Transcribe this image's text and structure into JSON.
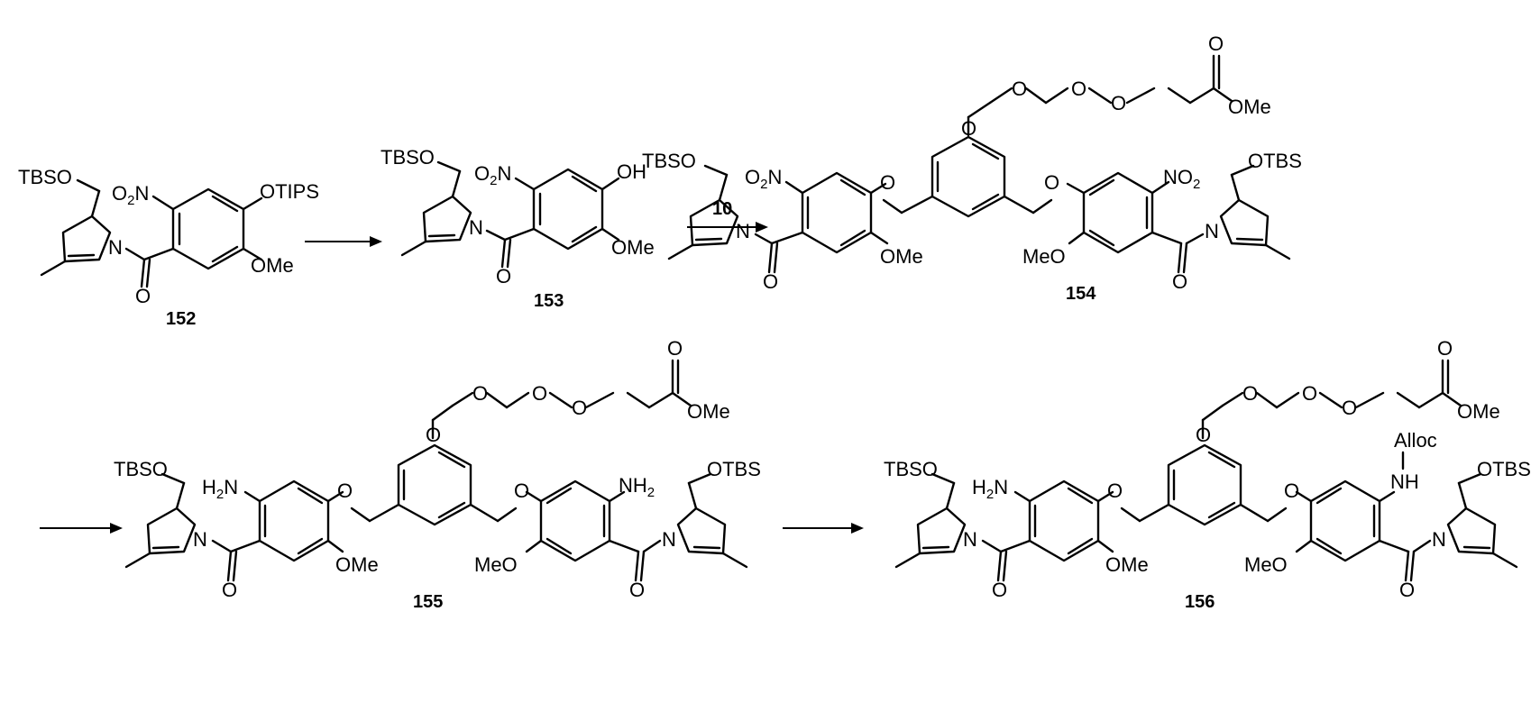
{
  "scheme": {
    "reagent_10": "10",
    "c152": {
      "number": "152",
      "tbso": "TBSO",
      "o2n": "O",
      "o2n_sub": "2",
      "o2n_n": "N",
      "otips": "OTIPS",
      "ome": "OMe",
      "n": "N",
      "o": "O"
    },
    "c153": {
      "number": "153",
      "tbso": "TBSO",
      "o2n": "O",
      "o2n_sub": "2",
      "o2n_n": "N",
      "oh": "OH",
      "ome": "OMe",
      "n": "N",
      "o": "O"
    },
    "c154": {
      "number": "154",
      "tbso": "TBSO",
      "o2n": "O",
      "o2n_sub": "2",
      "o2n_n": "N",
      "ome": "OMe",
      "meo": "MeO",
      "no2": "NO",
      "no2_sub": "2",
      "otbs": "OTBS",
      "n_left": "N",
      "n_right": "N",
      "o_left": "O",
      "o_right": "O",
      "o_link_left": "O",
      "o_link_right": "O",
      "o_center": "O",
      "o_peg1": "O",
      "o_peg2": "O",
      "o_peg3": "O",
      "o_carbonyl": "O",
      "ester_ome": "OMe"
    },
    "c155": {
      "number": "155",
      "tbso": "TBSO",
      "h2n": "H",
      "h2n_sub": "2",
      "h2n_n": "N",
      "nh2": "NH",
      "nh2_sub": "2",
      "ome": "OMe",
      "meo": "MeO",
      "otbs": "OTBS",
      "n_left": "N",
      "n_right": "N",
      "o_left": "O",
      "o_right": "O",
      "o_link_left": "O",
      "o_link_right": "O",
      "o_center": "O",
      "o_peg1": "O",
      "o_peg2": "O",
      "o_peg3": "O",
      "o_carbonyl": "O",
      "ester_ome": "OMe"
    },
    "c156": {
      "number": "156",
      "tbso": "TBSO",
      "h2n": "H",
      "h2n_sub": "2",
      "h2n_n": "N",
      "alloc": "Alloc",
      "nh": "NH",
      "ome": "OMe",
      "meo": "MeO",
      "otbs": "OTBS",
      "n_left": "N",
      "n_right": "N",
      "o_left": "O",
      "o_right": "O",
      "o_link_left": "O",
      "o_link_right": "O",
      "o_center": "O",
      "o_peg1": "O",
      "o_peg2": "O",
      "o_peg3": "O",
      "o_carbonyl": "O",
      "ester_ome": "OMe"
    }
  }
}
